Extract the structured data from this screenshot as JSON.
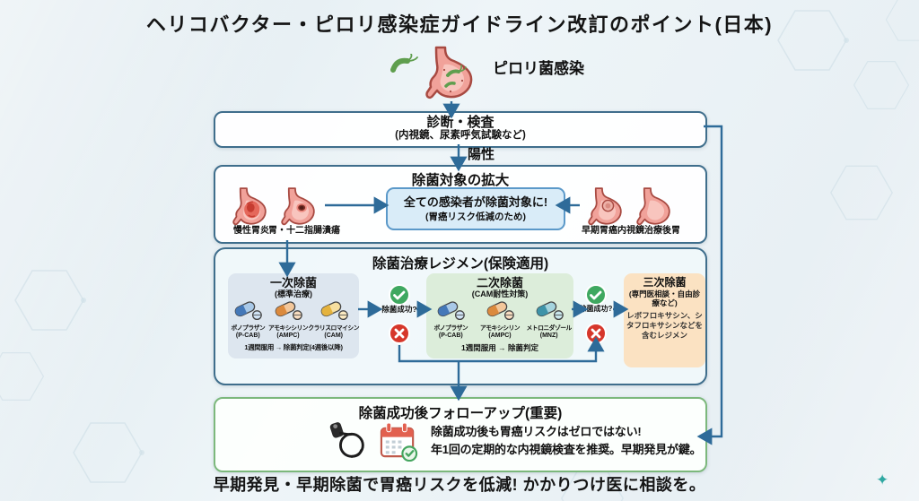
{
  "title": "ヘリコバクター・ピロリ感染症ガイドライン改訂のポイント(日本)",
  "hero": {
    "label": "ピロリ菌感染"
  },
  "diagnosis": {
    "title": "診断・検査",
    "subtitle": "(内視鏡、尿素呼気試験など)",
    "positive": "陽性"
  },
  "expansion": {
    "title": "除菌対象の拡大",
    "gastritis_label": "慢性胃炎",
    "ulcer_label": "胃・十二指腸潰瘍",
    "callout_line1": "全ての感染者が除菌対象に!",
    "callout_line2": "(胃癌リスク低減のため)",
    "treated_label": "早期胃癌内視鏡治療後胃"
  },
  "regimen": {
    "title": "除菌治療レジメン(保険適用)",
    "success_label": "除菌成功?",
    "first": {
      "title": "一次除菌",
      "subtitle": "(標準治療)",
      "drugs": [
        {
          "name": "ボノプラザン",
          "abbr": "(P-CAB)"
        },
        {
          "name": "アモキシシリン",
          "abbr": "(AMPC)"
        },
        {
          "name": "クラリスロマイシン",
          "abbr": "(CAM)"
        }
      ],
      "note": "1週間服用 → 除菌判定(4週後以降)"
    },
    "second": {
      "title": "二次除菌",
      "subtitle": "(CAM耐性対策)",
      "drugs": [
        {
          "name": "ボノプラザン",
          "abbr": "(P-CAB)"
        },
        {
          "name": "アモキシシリン",
          "abbr": "(AMPC)"
        },
        {
          "name": "メトロニダゾール",
          "abbr": "(MNZ)"
        }
      ],
      "note": "1週間服用 → 除菌判定"
    },
    "third": {
      "title": "三次除菌",
      "subtitle": "(専門医相談・自由診療など)",
      "note": "レボフロキサシン、シタフロキサシンなどを含むレジメン"
    }
  },
  "followup": {
    "title": "除菌成功後フォローアップ(重要)",
    "line1": "除菌成功後も胃癌リスクはゼロではない!",
    "line2": "年1回の定期的な内視鏡検査を推奨。早期発見が鍵。"
  },
  "footer": "早期発見・早期除菌で胃癌リスクを低減! かかりつけ医に相談を。",
  "icons": {
    "bacterium": "h-pylori-bacterium",
    "stomach": "stomach-illustration",
    "success": "check-circle",
    "failure": "cross-circle",
    "endoscope": "endoscope",
    "calendar": "calendar-check",
    "capsule": "medication-capsule-and-tablet",
    "sparkle": "diamond-sparkle"
  },
  "colors": {
    "arrow_blue": "#2e6b99",
    "box_border_blue": "#3f6e8c",
    "followup_border_green": "#7cb87c",
    "success_green": "#3fa860",
    "failure_red": "#d6372b",
    "callout_bg": "#d9ecf8",
    "first_line_bg": "#dde6ef",
    "second_line_bg": "#dcedda",
    "third_line_bg": "#fbe2c2",
    "stomach_pink": "#f1a29a",
    "bacteria_green": "#5f9e4e"
  }
}
